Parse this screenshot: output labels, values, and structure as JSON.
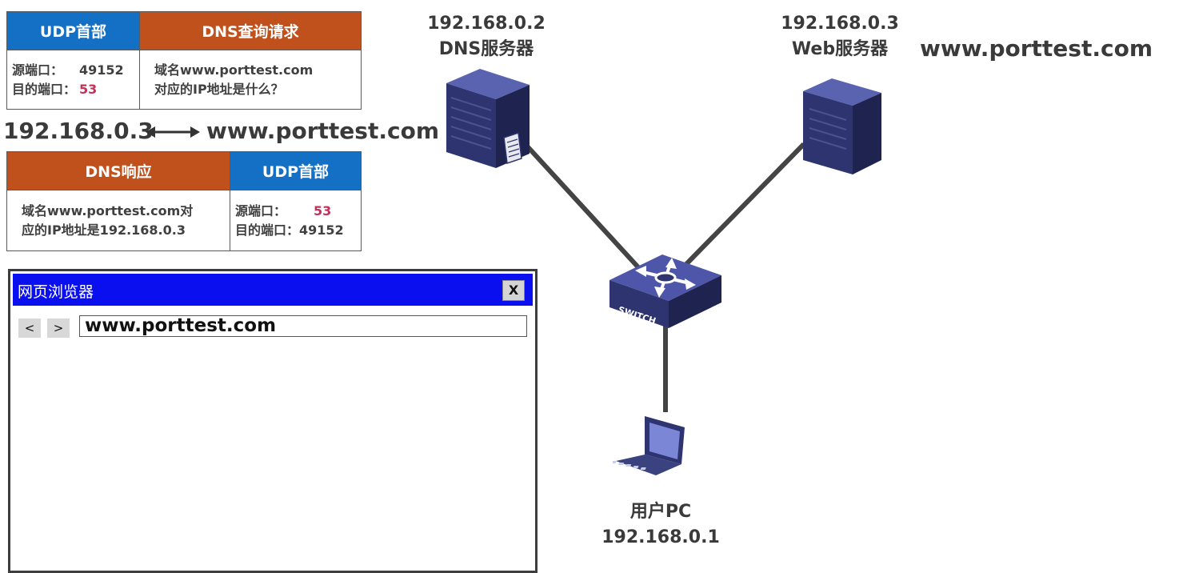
{
  "query_packet": {
    "udp_header": "UDP首部",
    "dns_title": "DNS查询请求",
    "src_port_label": "源端口：",
    "src_port_value": "49152",
    "dst_port_label": "目的端口：",
    "dst_port_value": "53",
    "question_line1": "域名www.porttest.com",
    "question_line2": "对应的IP地址是什么？"
  },
  "mapping": {
    "ip": "192.168.0.3",
    "arrow": "⟷",
    "domain": "www.porttest.com"
  },
  "response_packet": {
    "dns_title": "DNS响应",
    "udp_header": "UDP首部",
    "answer_line1": "域名www.porttest.com对",
    "answer_line2": "应的IP地址是192.168.0.3",
    "src_port_label": "源端口：",
    "src_port_value": "53",
    "dst_port_label": "目的端口：",
    "dst_port_value": "49152"
  },
  "browser": {
    "title": "网页浏览器",
    "close_label": "X",
    "back_label": "<",
    "forward_label": ">",
    "url": "www.porttest.com"
  },
  "nodes": {
    "dns_server": {
      "ip": "192.168.0.2",
      "name": "DNS服务器"
    },
    "web_server": {
      "ip": "192.168.0.3",
      "name": "Web服务器",
      "domain": "www.porttest.com"
    },
    "switch": {
      "label": "SWITCH"
    },
    "user_pc": {
      "name": "用户PC",
      "ip": "192.168.0.1"
    }
  },
  "colors": {
    "udp_blue": "#1470c4",
    "dns_rust": "#c1511c",
    "port_red": "#c4305a",
    "browser_title": "#0a0ff0",
    "device_navy": "#2d3470"
  }
}
